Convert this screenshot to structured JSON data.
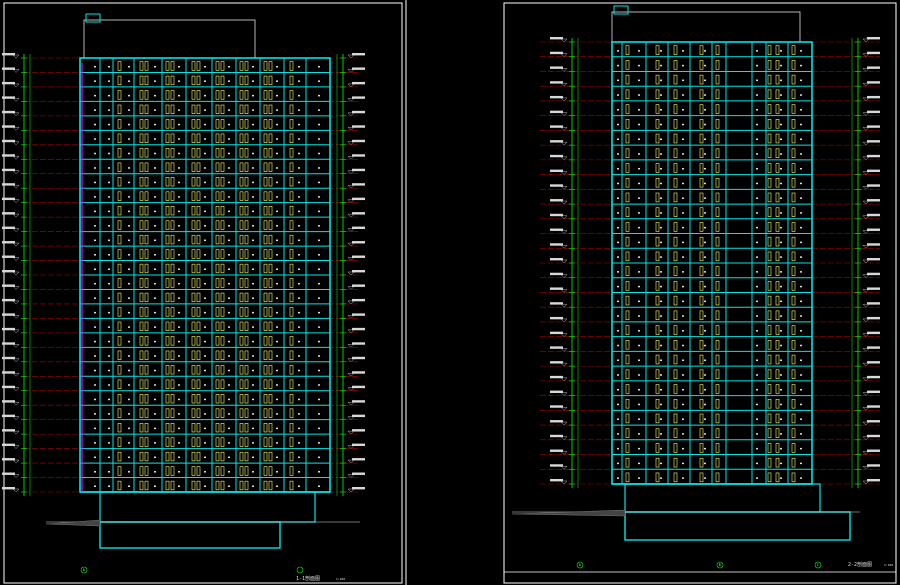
{
  "sheets": [
    {
      "id": "left",
      "title": "1-1剖面图",
      "scale": "1:100",
      "floors": 30,
      "grid_axes": [
        "A"
      ]
    },
    {
      "id": "right",
      "title": "2-2剖面图",
      "scale": "1:100",
      "floors": 30,
      "grid_axes": [
        "A",
        "B",
        "C"
      ]
    }
  ],
  "colors": {
    "background": "#000000",
    "frame": "#ffffff",
    "wall": "#00e5e5",
    "level_line": "#b00000",
    "dimension": "#00ff00",
    "window": "#ffff66",
    "accent": "#ff00ff",
    "text": "#e0e0e0"
  }
}
